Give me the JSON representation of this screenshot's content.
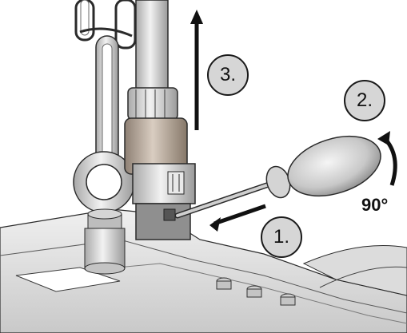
{
  "steps": [
    {
      "label": "1."
    },
    {
      "label": "2."
    },
    {
      "label": "3."
    }
  ],
  "rotation": {
    "angle_label": "90°"
  },
  "colors": {
    "metal_light": "#e6e6e6",
    "metal_mid": "#bfbfbf",
    "metal_dark": "#6e6e6e",
    "outline": "#2a2a2a",
    "plug_sleeve": "#b8a898",
    "arrow": "#111111",
    "badge_fill": "#d6d6d6"
  }
}
